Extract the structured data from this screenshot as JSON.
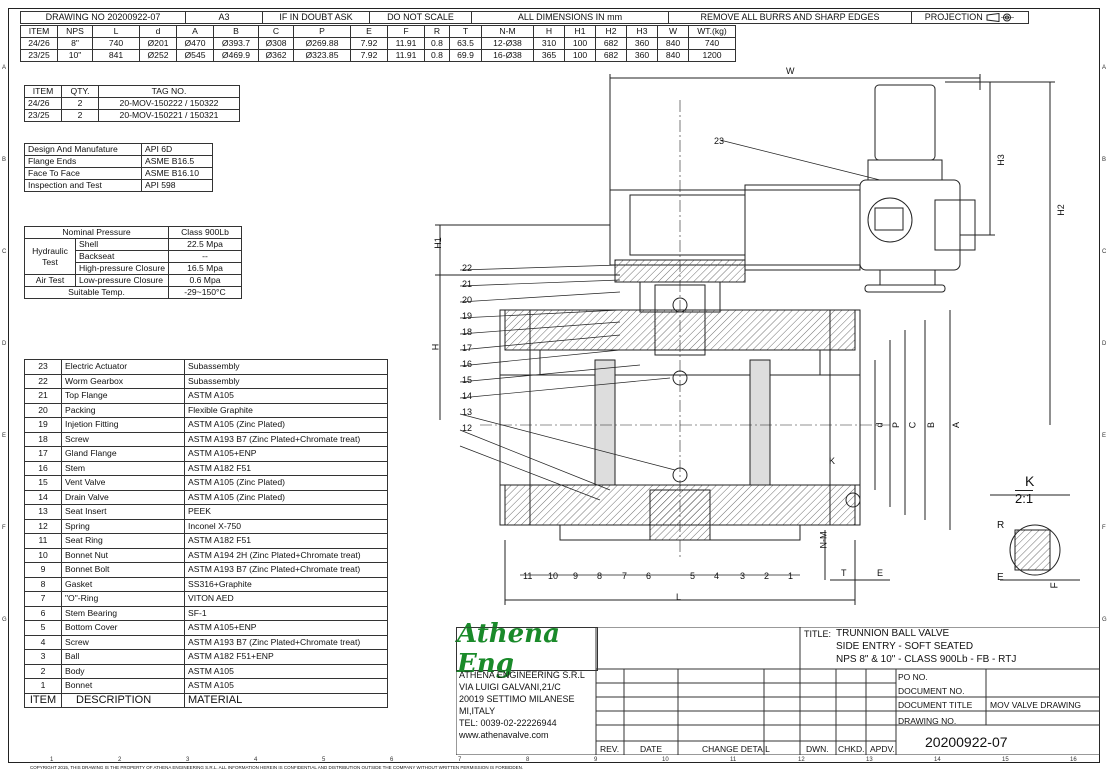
{
  "header": {
    "drawing_no_label": "DRAWING NO",
    "drawing_no": "20200922-07",
    "size": "A3",
    "if_in_doubt": "IF IN DOUBT ASK",
    "do_not_scale": "DO NOT SCALE",
    "all_dims": "ALL DIMENSIONS IN mm",
    "remove_burrs": "REMOVE ALL BURRS AND SHARP EDGES",
    "projection": "PROJECTION"
  },
  "dim_table": {
    "headers": [
      "ITEM",
      "NPS",
      "L",
      "d",
      "A",
      "B",
      "C",
      "P",
      "E",
      "F",
      "R",
      "T",
      "N-M",
      "H",
      "H1",
      "H2",
      "H3",
      "W",
      "WT.(kg)"
    ],
    "rows": [
      [
        "24/26",
        "8\"",
        "740",
        "Ø201",
        "Ø470",
        "Ø393.7",
        "Ø308",
        "Ø269.88",
        "7.92",
        "11.91",
        "0.8",
        "63.5",
        "12-Ø38",
        "310",
        "100",
        "682",
        "360",
        "840",
        "740"
      ],
      [
        "23/25",
        "10\"",
        "841",
        "Ø252",
        "Ø545",
        "Ø469.9",
        "Ø362",
        "Ø323.85",
        "7.92",
        "11.91",
        "0.8",
        "69.9",
        "16-Ø38",
        "365",
        "100",
        "682",
        "360",
        "840",
        "1200"
      ]
    ]
  },
  "tag_table": {
    "headers": [
      "ITEM",
      "QTY.",
      "TAG NO."
    ],
    "rows": [
      [
        "24/26",
        "2",
        "20-MOV-150222 / 150322"
      ],
      [
        "23/25",
        "2",
        "20-MOV-150221 / 150321"
      ]
    ]
  },
  "design_table": {
    "rows": [
      [
        "Design And Manufature",
        "API 6D"
      ],
      [
        "Flange Ends",
        "ASME B16.5"
      ],
      [
        "Face To Face",
        "ASME B16.10"
      ],
      [
        "Inspection and Test",
        "API 598"
      ]
    ]
  },
  "pressure_table": {
    "nominal_label": "Nominal Pressure",
    "nominal_value": "Class 900Lb",
    "hydraulic_label": "Hydraulic Test",
    "shell_label": "Shell",
    "shell_value": "22.5 Mpa",
    "backseat_label": "Backseat",
    "backseat_value": "--",
    "high_label": "High-pressure Closure",
    "high_value": "16.5 Mpa",
    "air_label": "Air Test",
    "low_label": "Low-pressure Closure",
    "low_value": "0.6 Mpa",
    "temp_label": "Suitable Temp.",
    "temp_value": "-29~150°C"
  },
  "bom": {
    "headers": [
      "ITEM",
      "DESCRIPTION",
      "MATERIAL"
    ],
    "rows": [
      [
        "23",
        "Electric Actuator",
        "Subassembly"
      ],
      [
        "22",
        "Worm Gearbox",
        "Subassembly"
      ],
      [
        "21",
        "Top Flange",
        "ASTM A105"
      ],
      [
        "20",
        "Packing",
        "Flexible Graphite"
      ],
      [
        "19",
        "Injetion Fitting",
        "ASTM A105 (Zinc Plated)"
      ],
      [
        "18",
        "Screw",
        "ASTM A193 B7 (Zinc Plated+Chromate treat)"
      ],
      [
        "17",
        "Gland Flange",
        "ASTM A105+ENP"
      ],
      [
        "16",
        "Stem",
        "ASTM A182 F51"
      ],
      [
        "15",
        "Vent Valve",
        "ASTM A105 (Zinc Plated)"
      ],
      [
        "14",
        "Drain Valve",
        "ASTM A105 (Zinc Plated)"
      ],
      [
        "13",
        "Seat Insert",
        "PEEK"
      ],
      [
        "12",
        "Spring",
        "Inconel X-750"
      ],
      [
        "11",
        "Seat Ring",
        "ASTM A182 F51"
      ],
      [
        "10",
        "Bonnet Nut",
        "ASTM A194 2H (Zinc Plated+Chromate treat)"
      ],
      [
        "9",
        "Bonnet Bolt",
        "ASTM A193 B7 (Zinc Plated+Chromate treat)"
      ],
      [
        "8",
        "Gasket",
        "SS316+Graphite"
      ],
      [
        "7",
        "\"O\"-Ring",
        "VITON AED"
      ],
      [
        "6",
        "Stem Bearing",
        "SF-1"
      ],
      [
        "5",
        "Bottom Cover",
        "ASTM A105+ENP"
      ],
      [
        "4",
        "Screw",
        "ASTM A193 B7 (Zinc Plated+Chromate treat)"
      ],
      [
        "3",
        "Ball",
        "ASTM A182 F51+ENP"
      ],
      [
        "2",
        "Body",
        "ASTM A105"
      ],
      [
        "1",
        "Bonnet",
        "ASTM A105"
      ]
    ]
  },
  "title_block": {
    "logo": "Athena Eng",
    "company": "ATHENA ENGINEERING S.R.L",
    "address1": "VIA LUIGI GALVANI,21/C",
    "address2": "20019 SETTIMO MILANESE",
    "address3": "MI,ITALY",
    "tel": "TEL: 0039-02-22226944",
    "web": "www.athenavalve.com",
    "title_label": "TITLE:",
    "title1": "TRUNNION BALL VALVE",
    "title2": "SIDE ENTRY - SOFT SEATED",
    "title3": "NPS 8\" & 10\" - CLASS 900Lb - FB - RTJ",
    "po_label": "PO NO.",
    "doc_no_label": "DOCUMENT NO.",
    "doc_title_label": "DOCUMENT TITLE",
    "doc_title": "MOV VALVE DRAWING",
    "drawing_no_label": "DRAWING NO.",
    "drawing_no": "20200922-07",
    "rev": "REV.",
    "date": "DATE",
    "change": "CHANGE DETAIL",
    "dwn": "DWN.",
    "chkd": "CHKD.",
    "apdv": "APDV."
  },
  "drawing_labels": {
    "W": "W",
    "H1": "H1",
    "H2": "H2",
    "H3": "H3",
    "H": "H",
    "L": "L",
    "d": "d",
    "P": "P",
    "C": "C",
    "B": "B",
    "A": "A",
    "NM": "N-M",
    "T": "T",
    "E": "E",
    "K": "K",
    "detail_K": "K",
    "detail_scale": "2:1",
    "R": "R",
    "F": "F",
    "E2": "E"
  },
  "balloons_left": [
    "23",
    "22",
    "21",
    "20",
    "19",
    "18",
    "17",
    "16",
    "15",
    "14",
    "13",
    "12"
  ],
  "balloons_bottom": [
    "11",
    "10",
    "9",
    "8",
    "7",
    "6",
    "5",
    "4",
    "3",
    "2",
    "1"
  ],
  "zones_top": [
    "1",
    "2",
    "3",
    "4",
    "5",
    "6",
    "7",
    "8",
    "9",
    "10",
    "11",
    "12",
    "13",
    "14",
    "15",
    "16"
  ],
  "zones_side": [
    "A",
    "B",
    "C",
    "D",
    "E",
    "F",
    "G"
  ],
  "copyright": "COPYRIGHT 2015, THIS DRAWING IS THE PROPERTY OF ATHENA ENGINEERING S.R.L. ALL INFORMATION HEREIN IS CONFIDENTIAL AND DISTRIBUTION OUTSIDE THE COMPANY WITHOUT WRITTEN PERMISSION IS FORBIDDEN."
}
